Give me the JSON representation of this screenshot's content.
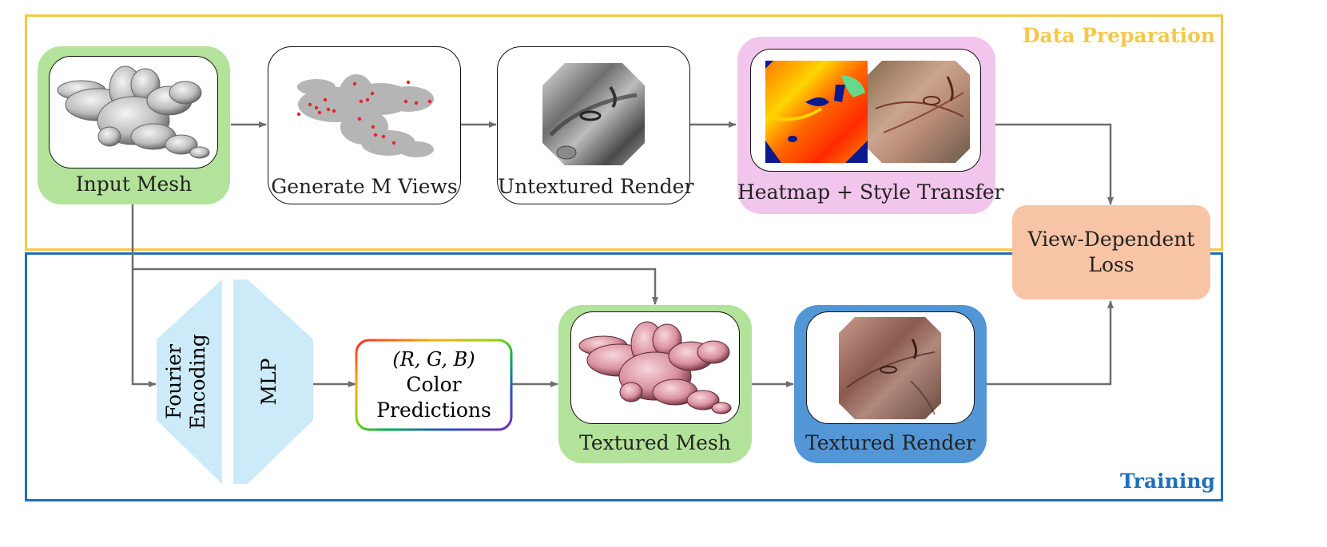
{
  "sections": {
    "data_preparation": {
      "title": "Data Preparation",
      "color": "#f5c84a"
    },
    "training": {
      "title": "Training",
      "color": "#1f6fb8"
    }
  },
  "nodes": {
    "input_mesh": {
      "label": "Input Mesh",
      "fill": "#b3e29a"
    },
    "generate_views": {
      "label": "Generate M Views"
    },
    "untextured_render": {
      "label": "Untextured Render"
    },
    "heatmap_style": {
      "label": "Heatmap + Style Transfer",
      "fill": "#f2c5ec"
    },
    "view_loss": {
      "line1": "View-Dependent",
      "line2": "Loss",
      "fill": "#f7c4a5"
    },
    "fourier": {
      "line1": "Fourier",
      "line2": "Encoding",
      "fill": "#cdeaf8"
    },
    "mlp": {
      "label": "MLP",
      "fill": "#cdeaf8"
    },
    "color_pred": {
      "line1": "(R, G, B)",
      "line2": "Color",
      "line3": "Predictions"
    },
    "textured_mesh": {
      "label": "Textured Mesh",
      "fill": "#b3e29a"
    },
    "textured_render": {
      "label": "Textured Render",
      "fill": "#5396d6"
    }
  },
  "icons": {
    "mesh": "gray-mesh-icon",
    "views": "view-samples-icon",
    "render": "untextured-render-icon",
    "heatmap": "heatmap-icon",
    "style": "style-transfer-icon",
    "textured_mesh": "textured-mesh-icon",
    "textured_render": "textured-render-icon"
  }
}
